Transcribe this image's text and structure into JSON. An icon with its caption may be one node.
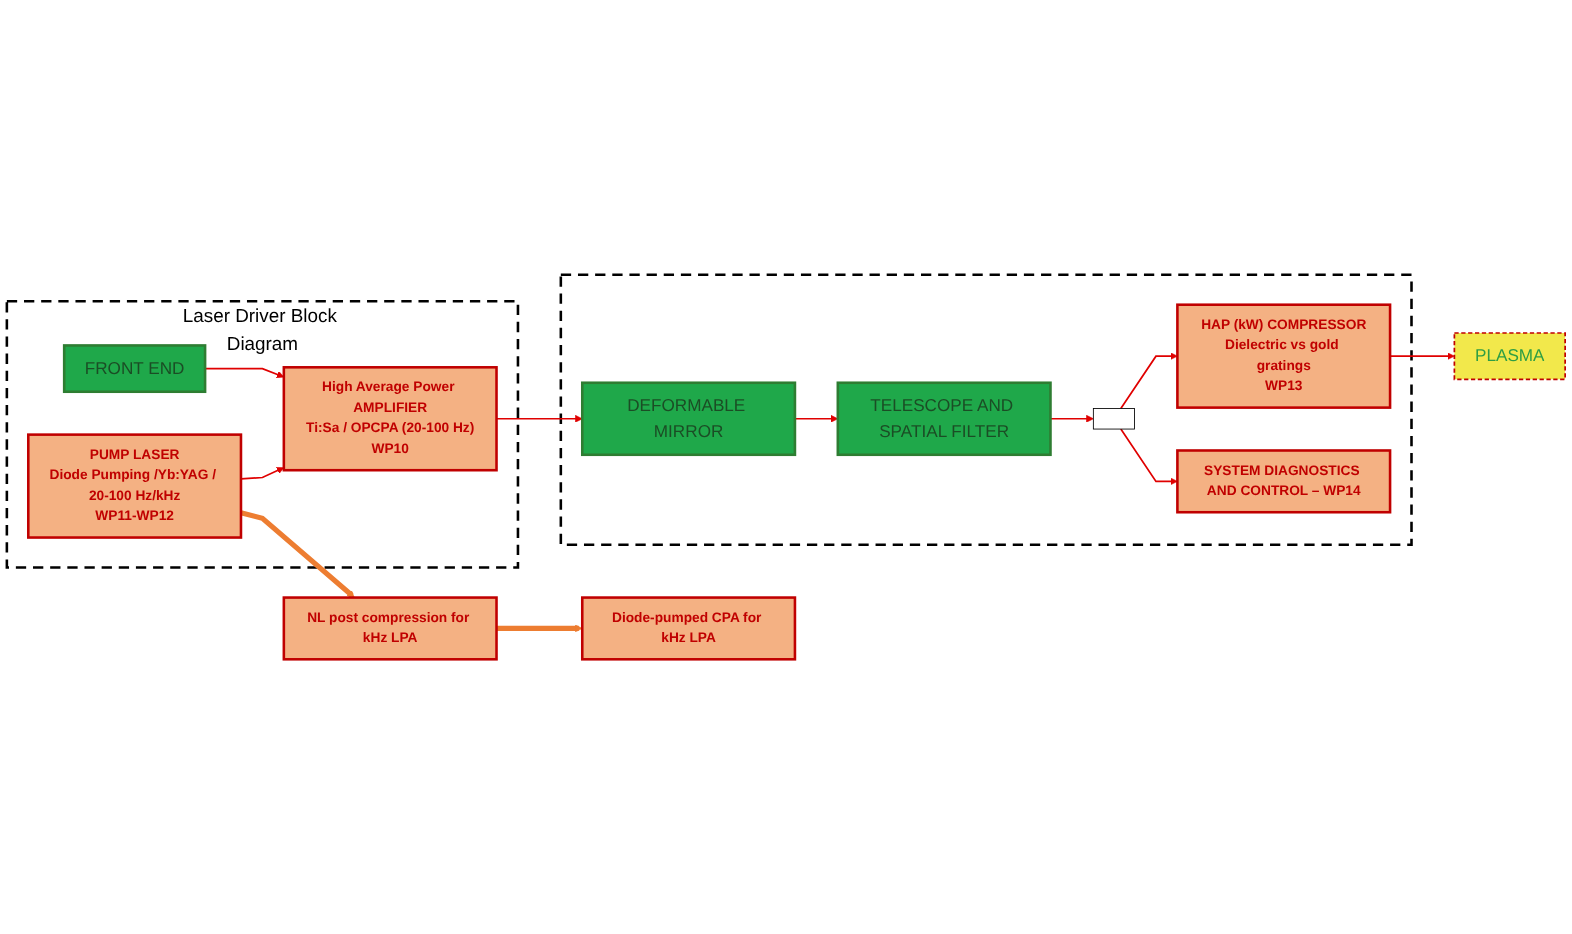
{
  "diagram": {
    "nodes": [
      {
        "text": [
          "Laser Driver Block Diagram"
        ]
      },
      {
        "text": [
          "PUMP LASER",
          "Diode Pumping /Yb:YAG / 20-100 Hz/kHz",
          "WP11-WP12"
        ],
        "in": 0
      },
      {
        "text": [
          "FRONT END"
        ],
        "in": 0
      },
      {
        "text": [
          "High Average Power AMPLIFIER",
          "Ti:Sa / OPCPA (20-100 Hz)",
          "WP10"
        ],
        "in": 0
      },
      {
        "text": [
          "NL post compression for kHz LPA"
        ]
      },
      {
        "text": [
          "Diode-pumped CPA for kHz LPA"
        ]
      },
      {
        "text": [],
        "shape": "box"
      },
      {
        "text": [
          "DEFORMABLE MIRROR"
        ],
        "in": 6
      },
      {
        "text": [
          "TELESCOPE AND SPATIAL FILTER"
        ],
        "in": 6
      },
      {
        "text": [],
        "shape": "box",
        "in": 6
      },
      {
        "text": [
          "HAP (kW) COMPRESSOR",
          "Dielectric vs gold gratings",
          "WP13"
        ],
        "in": 6
      },
      {
        "text": [
          "SYSTEM DIAGNOSTICS AND CONTROL – WP14"
        ],
        "in": 6
      },
      {
        "text": [
          "PLASMA"
        ]
      }
    ],
    "edges": [
      {
        "from": 1,
        "to": 3,
        "arrow": "to"
      },
      {
        "from": 2,
        "to": 3,
        "arrow": "to"
      },
      {
        "from": 1,
        "to": 4,
        "arrow": "to",
        "style": "thick",
        "color": "#ed7d31"
      },
      {
        "from": 4,
        "to": 5,
        "arrow": "to",
        "style": "thick",
        "color": "#ed7d31"
      },
      {
        "from": 3,
        "to": 7,
        "arrow": "to"
      },
      {
        "from": 7,
        "to": 8,
        "arrow": "to"
      },
      {
        "from": 8,
        "to": 9,
        "arrow": "to"
      },
      {
        "from": 9,
        "to": 10,
        "arrow": "to"
      },
      {
        "from": 9,
        "to": 11,
        "arrow": "to"
      },
      {
        "from": 10,
        "to": 12,
        "arrow": "to"
      }
    ]
  }
}
